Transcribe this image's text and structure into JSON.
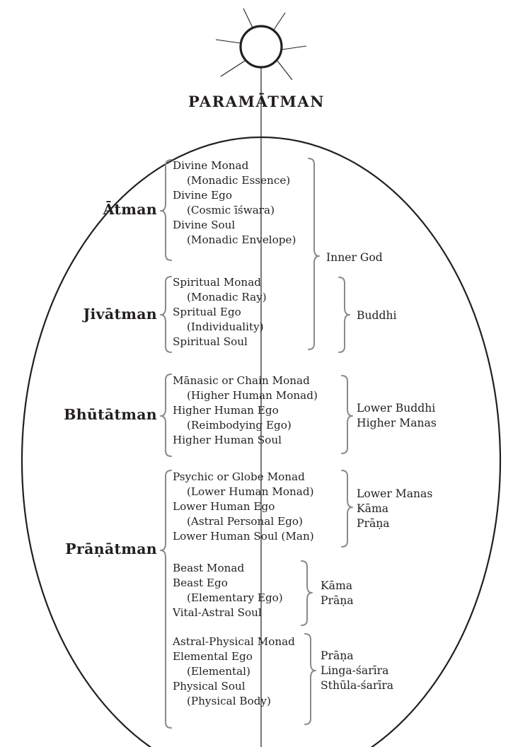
{
  "title": "PARAMĀTMAN",
  "groups": [
    {
      "name": "Ātman",
      "entries": [
        {
          "text": "Divine Monad",
          "indent": false
        },
        {
          "text": "(Monadic Essence)",
          "indent": true
        },
        {
          "text": "Divine Ego",
          "indent": false
        },
        {
          "text": "(Cosmic īśwara)",
          "indent": true
        },
        {
          "text": "Divine Soul",
          "indent": false
        },
        {
          "text": "(Monadic Envelope)",
          "indent": true
        }
      ]
    },
    {
      "name": "Jivātman",
      "entries": [
        {
          "text": "Spiritual Monad",
          "indent": false
        },
        {
          "text": "(Monadic Ray)",
          "indent": true
        },
        {
          "text": "Spritual Ego",
          "indent": false
        },
        {
          "text": "(Individuality)",
          "indent": true
        },
        {
          "text": "Spiritual Soul",
          "indent": false
        }
      ]
    },
    {
      "name": "Bhūtātman",
      "entries": [
        {
          "text": "Mānasic or Chain Monad",
          "indent": false
        },
        {
          "text": "(Higher Human Monad)",
          "indent": true
        },
        {
          "text": "Higher Human Ego",
          "indent": false
        },
        {
          "text": "(Reimbodying Ego)",
          "indent": true
        },
        {
          "text": "Higher Human Soul",
          "indent": false
        }
      ]
    },
    {
      "name": "Prāṇātman",
      "subgroups": [
        {
          "entries": [
            {
              "text": "Psychic or Globe Monad",
              "indent": false
            },
            {
              "text": "(Lower Human Monad)",
              "indent": true
            },
            {
              "text": "Lower Human Ego",
              "indent": false
            },
            {
              "text": "(Astral Personal Ego)",
              "indent": true
            },
            {
              "text": "Lower Human Soul (Man)",
              "indent": false
            }
          ]
        },
        {
          "entries": [
            {
              "text": "Beast Monad",
              "indent": false
            },
            {
              "text": "Beast Ego",
              "indent": false
            },
            {
              "text": "(Elementary Ego)",
              "indent": true
            },
            {
              "text": "Vital-Astral Soul",
              "indent": false
            }
          ]
        },
        {
          "entries": [
            {
              "text": "Astral-Physical Monad",
              "indent": false
            },
            {
              "text": "Elemental Ego",
              "indent": false
            },
            {
              "text": "(Elemental)",
              "indent": true
            },
            {
              "text": "Physical Soul",
              "indent": false
            },
            {
              "text": "(Physical Body)",
              "indent": true
            }
          ]
        }
      ]
    }
  ],
  "principles": {
    "inner_god": [
      "Inner God"
    ],
    "jivatman": [
      "Buddhi"
    ],
    "bhutatman": [
      "Lower Buddhi",
      "Higher Manas"
    ],
    "pranatman_1": [
      "Lower Manas",
      "Kāma",
      "Prāṇa"
    ],
    "pranatman_2": [
      "Kāma",
      "Prāṇa"
    ],
    "pranatman_3": [
      "Prāṇa",
      "Linga-śarīra",
      "Sthūla-śarīra"
    ]
  }
}
